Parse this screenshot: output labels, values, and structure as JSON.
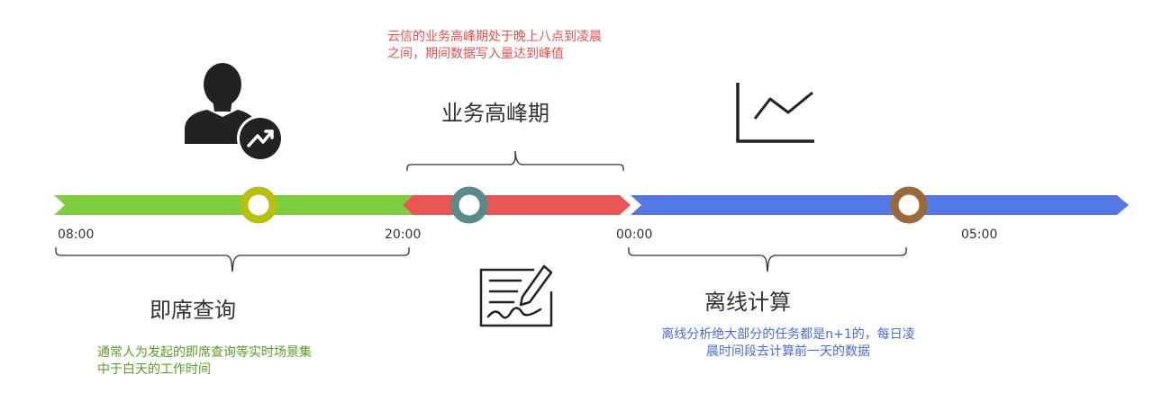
{
  "timeline": {
    "times": [
      "08:00",
      "20:00",
      "00:00",
      "05:00"
    ],
    "segment_colors": {
      "adhoc": "#7dce3f",
      "peak": "#e85656",
      "offline": "#5579e4"
    },
    "marker_colors": {
      "adhoc": "#b8c012",
      "peak": "#5b8a8a",
      "offline": "#9a6a3a"
    }
  },
  "phases": {
    "adhoc": {
      "title": "即席查询",
      "description_lines": [
        "通常人为发起的即席查询等实时场景集",
        "中于白天的工作时间"
      ],
      "color": "#5a9a2a",
      "icon": "user-trend-icon"
    },
    "peak": {
      "title": "业务高峰期",
      "description_lines": [
        "云信的业务高峰期处于晚上八点到凌晨",
        "之间，期间数据写入量达到峰值"
      ],
      "color": "#e05050",
      "icon": "document-signature-icon"
    },
    "offline": {
      "title": "离线计算",
      "description_lines": [
        "离线分析绝大部分的任务都是n+1的，每日凌",
        "晨时间段去计算前一天的数据"
      ],
      "color": "#4a6ad4",
      "icon": "line-chart-icon"
    }
  }
}
